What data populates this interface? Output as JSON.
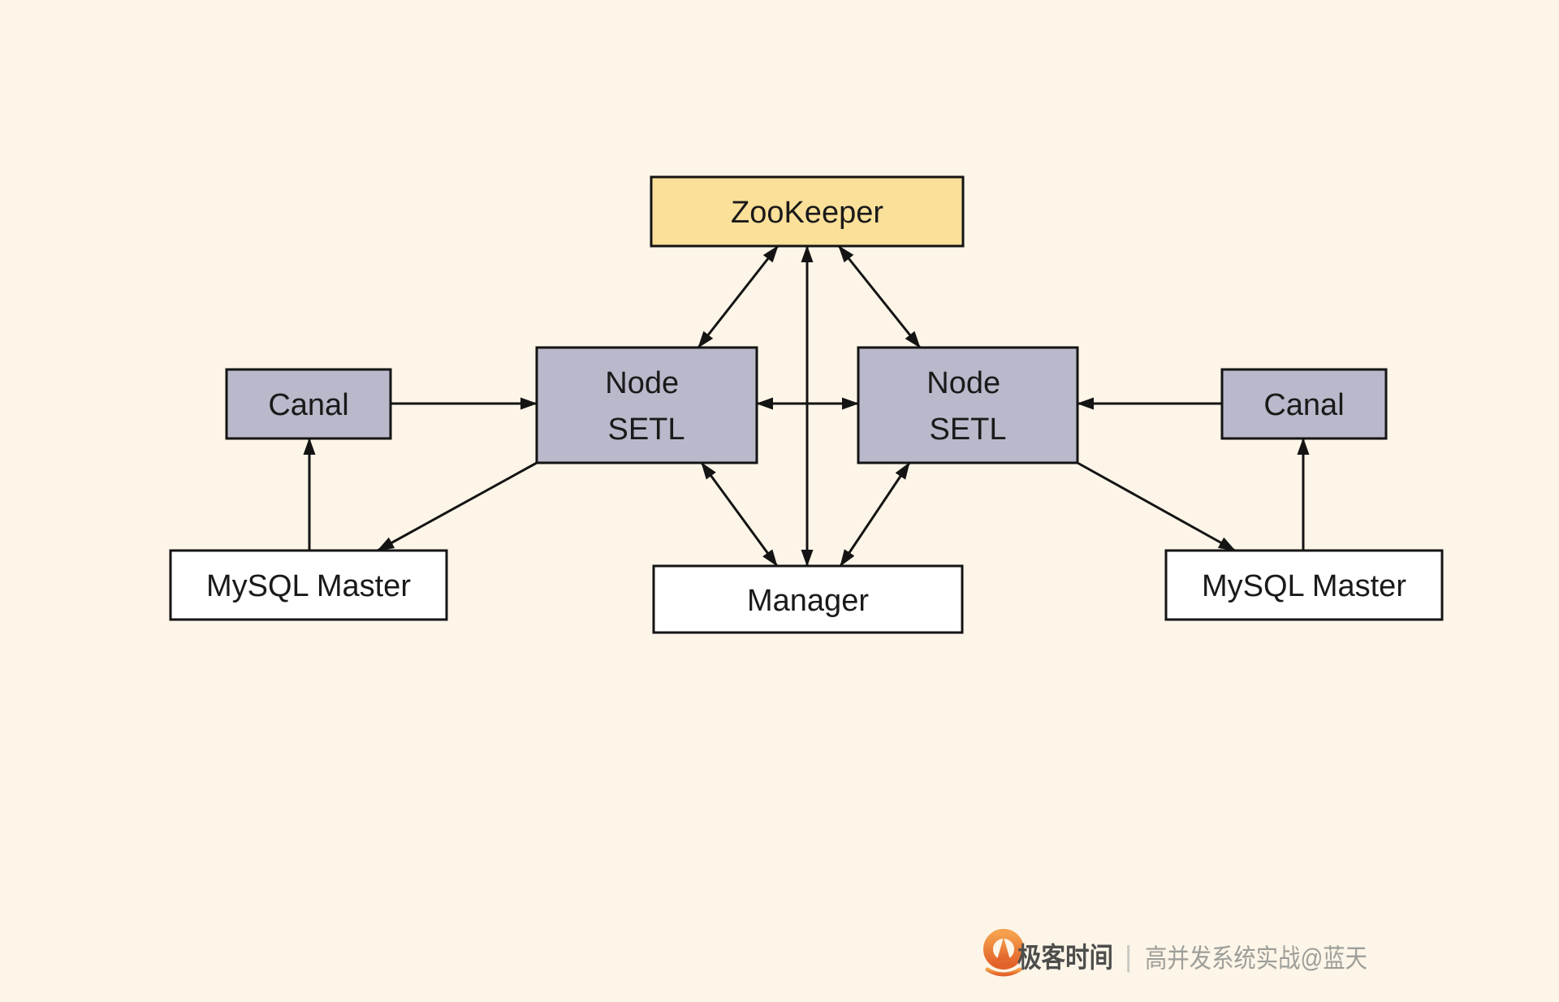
{
  "page": {
    "background_color": "#fcf5e8"
  },
  "diagram": {
    "line_color": "#141414",
    "text_color": "#1a1a1a",
    "nodes": {
      "zookeeper": {
        "label": "ZooKeeper",
        "fill": "#fbe09a"
      },
      "node_setl_left": {
        "label_lines": [
          "Node",
          "SETL"
        ],
        "fill": "#b9b9cb"
      },
      "node_setl_right": {
        "label_lines": [
          "Node",
          "SETL"
        ],
        "fill": "#b9b9cb"
      },
      "canal_left": {
        "label": "Canal",
        "fill": "#b9b9cb"
      },
      "canal_right": {
        "label": "Canal",
        "fill": "#b9b9cb"
      },
      "mysql_master_left": {
        "label": "MySQL Master",
        "fill": "#ffffff"
      },
      "mysql_master_right": {
        "label": "MySQL Master",
        "fill": "#ffffff"
      },
      "manager": {
        "label": "Manager",
        "fill": "#ffffff"
      }
    },
    "edges": [
      {
        "from": "zookeeper",
        "to": "node_setl_left",
        "arrows": "both"
      },
      {
        "from": "zookeeper",
        "to": "manager",
        "arrows": "both"
      },
      {
        "from": "zookeeper",
        "to": "node_setl_right",
        "arrows": "both"
      },
      {
        "from": "canal_left",
        "to": "node_setl_left",
        "arrows": "to"
      },
      {
        "from": "canal_right",
        "to": "node_setl_right",
        "arrows": "to"
      },
      {
        "from": "node_setl_left",
        "to": "node_setl_right",
        "arrows": "both"
      },
      {
        "from": "mysql_master_left",
        "to": "canal_left",
        "arrows": "to"
      },
      {
        "from": "node_setl_left",
        "to": "mysql_master_left",
        "arrows": "to"
      },
      {
        "from": "node_setl_left",
        "to": "manager",
        "arrows": "both"
      },
      {
        "from": "node_setl_right",
        "to": "manager",
        "arrows": "both"
      },
      {
        "from": "node_setl_right",
        "to": "mysql_master_right",
        "arrows": "to"
      },
      {
        "from": "mysql_master_right",
        "to": "canal_right",
        "arrows": "to"
      }
    ]
  },
  "watermark": {
    "brand": "极客时间",
    "separator": "|",
    "caption": "高并发系统实战@蓝天",
    "brand_color": "#4d4d4c",
    "separator_color": "#c9c9c3",
    "caption_color": "#9e9e99",
    "logo_color_top": "#f5a04c",
    "logo_color_bottom": "#e2622a"
  }
}
